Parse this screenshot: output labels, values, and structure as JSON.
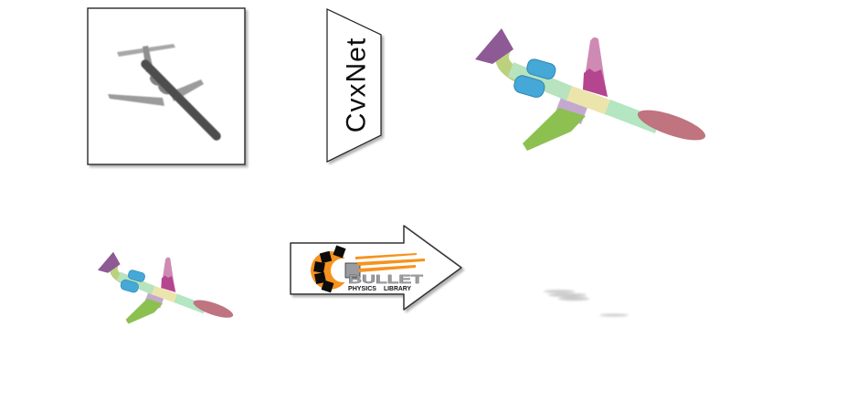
{
  "figure": {
    "background": "#ffffff"
  },
  "input_box": {
    "border_color": "#2b2b2b",
    "fill": "#ffffff"
  },
  "grayplane": {
    "colors": {
      "fuselage": "#4d4d4d",
      "wing": "#9b9b9b",
      "tail_bar": "#a8a8a8",
      "fin": "#8f8f8f",
      "engine": "#7f7f7f"
    }
  },
  "cvxnet": {
    "label": "CvxNet",
    "fill": "#ffffff",
    "stroke": "#1a1a1a",
    "text_color": "#0d0d0d"
  },
  "plane": {
    "colors": {
      "tail_fin": "#8e5a96",
      "tail_cone": "#bcd17e",
      "fuselage_rear": "#b7e3be",
      "fuselage_mid": "#ece5ab",
      "fuselage_front": "#b3e6c1",
      "nose": "#bf7480",
      "wing_fin_top": "#cf8ab3",
      "wing_fin_bottom": "#b5458f",
      "wing_root": "#c5a8d0",
      "wing": "#8cc152",
      "engine": "#45a8d6",
      "engine_edge": "#2e86b6"
    }
  },
  "bullet": {
    "title": "BULLET",
    "subtitle_word1": "PHYSICS",
    "subtitle_word2": "LIBRARY",
    "arrow_fill": "#ffffff",
    "arrow_stroke": "#333333",
    "orange": "#f6921e",
    "squares_color": "#0c0c0c",
    "bullet_gray": "#9a9c9f",
    "title_color": "#9a9c9f",
    "subtitle_color": "#141414"
  },
  "simulation": {
    "streak_color": "#c9c9c9"
  }
}
